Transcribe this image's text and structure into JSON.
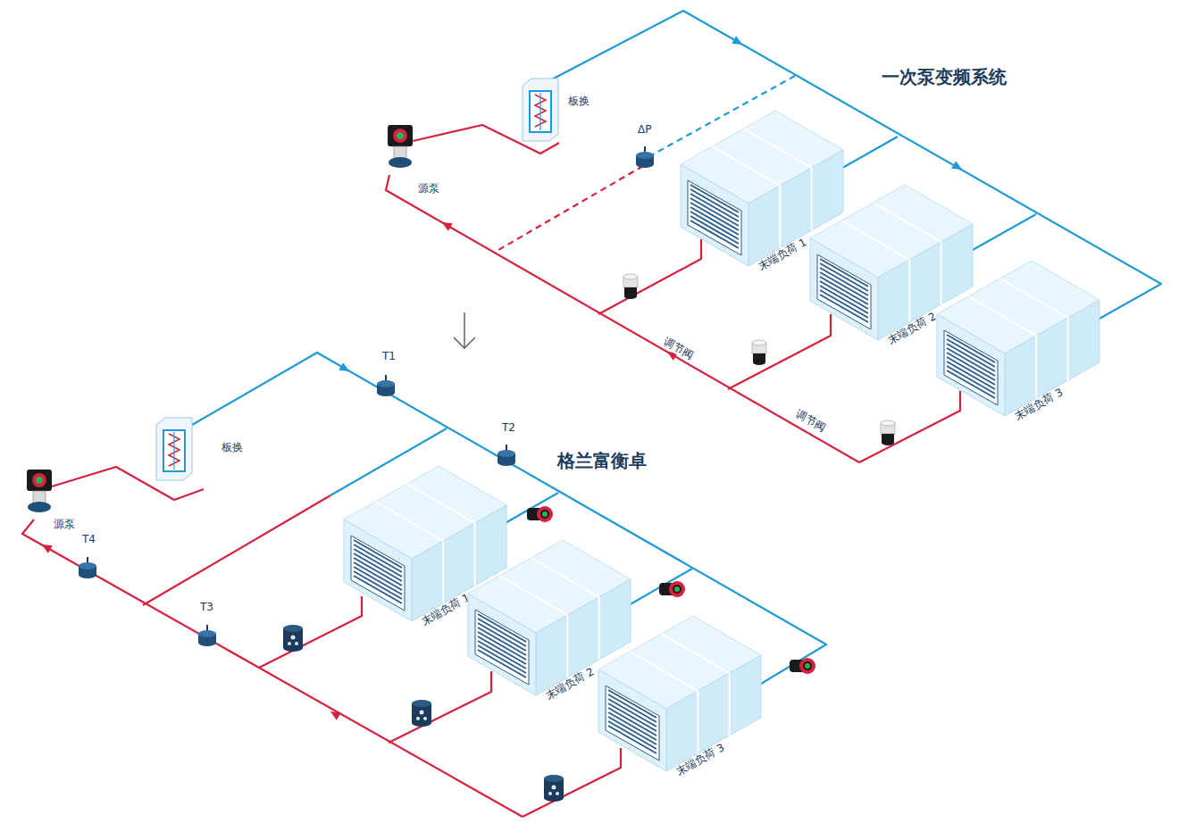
{
  "diagram": {
    "nodes": [
      {
        "text": [
          "末端负荷 1"
        ]
      },
      {
        "text": [
          "末端负荷 2"
        ]
      },
      {
        "text": [
          "末端负荷 3"
        ]
      },
      {
        "text": [
          "末端负荷 1"
        ]
      },
      {
        "text": [
          "末端负荷 2"
        ]
      },
      {
        "text": [
          "末端负荷 3"
        ]
      }
    ],
    "labels": [
      "一次泵变频系统",
      "板换",
      "源泵",
      "ΔP",
      "调节阀",
      "调节阀",
      "格兰富衡卓",
      "板换",
      "源泵",
      "T4",
      "T1",
      "T2",
      "T3"
    ]
  }
}
